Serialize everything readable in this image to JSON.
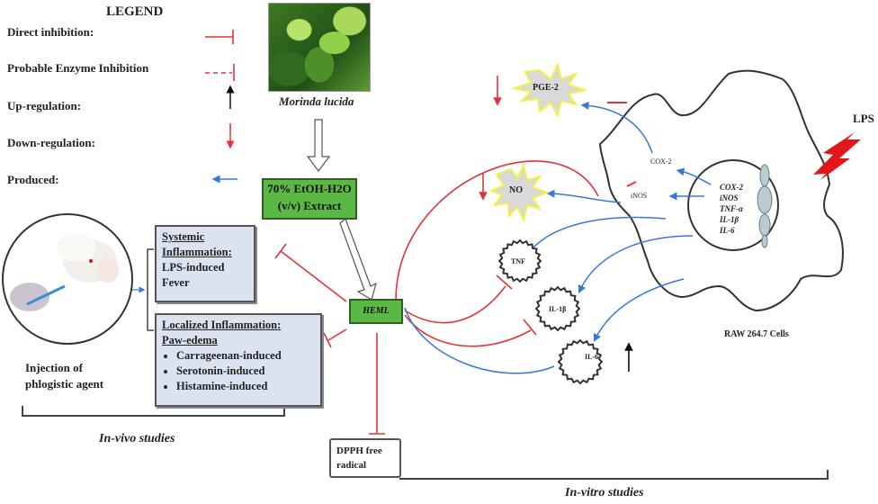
{
  "legend": {
    "title": "LEGEND",
    "items": [
      {
        "label": "Direct inhibition:",
        "symbol": "direct-inhibition"
      },
      {
        "label": "Probable Enzyme Inhibition",
        "symbol": "probable-enzyme-inhibition"
      },
      {
        "label": "Up-regulation:",
        "symbol": "up-regulation"
      },
      {
        "label": "Down-regulation:",
        "symbol": "down-regulation"
      },
      {
        "label": "Produced:",
        "symbol": "produced"
      }
    ]
  },
  "plant": {
    "name": "Morinda lucida"
  },
  "extract": {
    "line1": "70% EtOH-H2O",
    "line2": "(v/v)  Extract"
  },
  "heml": {
    "label": "HEML"
  },
  "in_vivo": {
    "injection_label_1": "Injection of",
    "injection_label_2": "phlogistic agent",
    "systemic": {
      "title_1": "Systemic",
      "title_2": "Inflammation:",
      "line_1": "LPS-induced",
      "line_2": "Fever"
    },
    "localized": {
      "title": "Localized Inflammation:",
      "subtitle": "Paw-edema",
      "items": [
        "Carrageenan-induced",
        "Serotonin-induced",
        "Histamine-induced"
      ]
    },
    "section_label": "In-vivo studies"
  },
  "in_vitro": {
    "dpph_1": "DPPH free",
    "dpph_2": "radical",
    "section_label": "In-vitro studies",
    "mediators": {
      "pge2": "PGE-2",
      "no": "NO",
      "tnf": "TNF",
      "il1b": "IL-1β",
      "il6": "IL-6"
    },
    "enzymes": {
      "cox2": "COX-2",
      "inos": "iNOS"
    },
    "genes": [
      "COX-2",
      "iNOS",
      "TNF-α",
      "IL-1β",
      "IL-6"
    ],
    "lps": "LPS",
    "cell_label": "RAW 264.7 Cells"
  },
  "colors": {
    "inhibition": "#e0343a",
    "produced": "#3a78d6",
    "green_box": "#5bb845",
    "blue_box": "#dbe3f1",
    "lps_bolt": "#e3161b",
    "burst_fill": "#d9d9d9",
    "burst_stroke": "#f4f04a"
  }
}
